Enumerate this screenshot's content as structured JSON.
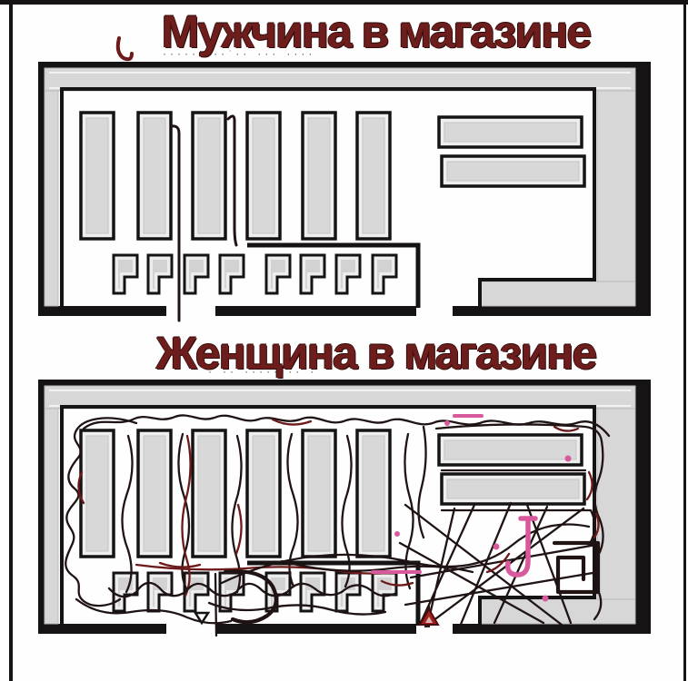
{
  "titles": {
    "man": "Мужчина в магазине",
    "woman": "Женщина в магазине"
  },
  "artifacts": {
    "above_man_plan": "······ ··˙·· ··· ····",
    "above_woman_plan": "· ··˙········ ·"
  },
  "colors": {
    "title-color": "#6d1d1c",
    "outline": "#151313",
    "wall-gray": "#d7d7d7",
    "shelf-fill": "#d8d8d8",
    "path-black": "#1f1314",
    "path-red": "#6d1919",
    "highlight-pink": "#d85a9d",
    "triangle-red": "#a32020"
  },
  "diagram": {
    "type": "store-floor-plan-comparison",
    "panels": [
      {
        "id": "man",
        "title_ref": "titles.man",
        "path_style": "direct",
        "path_description": "single straight line from entrance to shelf and back"
      },
      {
        "id": "woman",
        "title_ref": "titles.woman",
        "path_style": "chaotic",
        "path_description": "tangled scribble covering every aisle, with pink highlighted stop and red exit marker"
      }
    ],
    "store_layout": {
      "vertical_shelves": 6,
      "horizontal_shelves": 2,
      "checkout_stands": 8,
      "entrance_gaps": 2
    }
  }
}
